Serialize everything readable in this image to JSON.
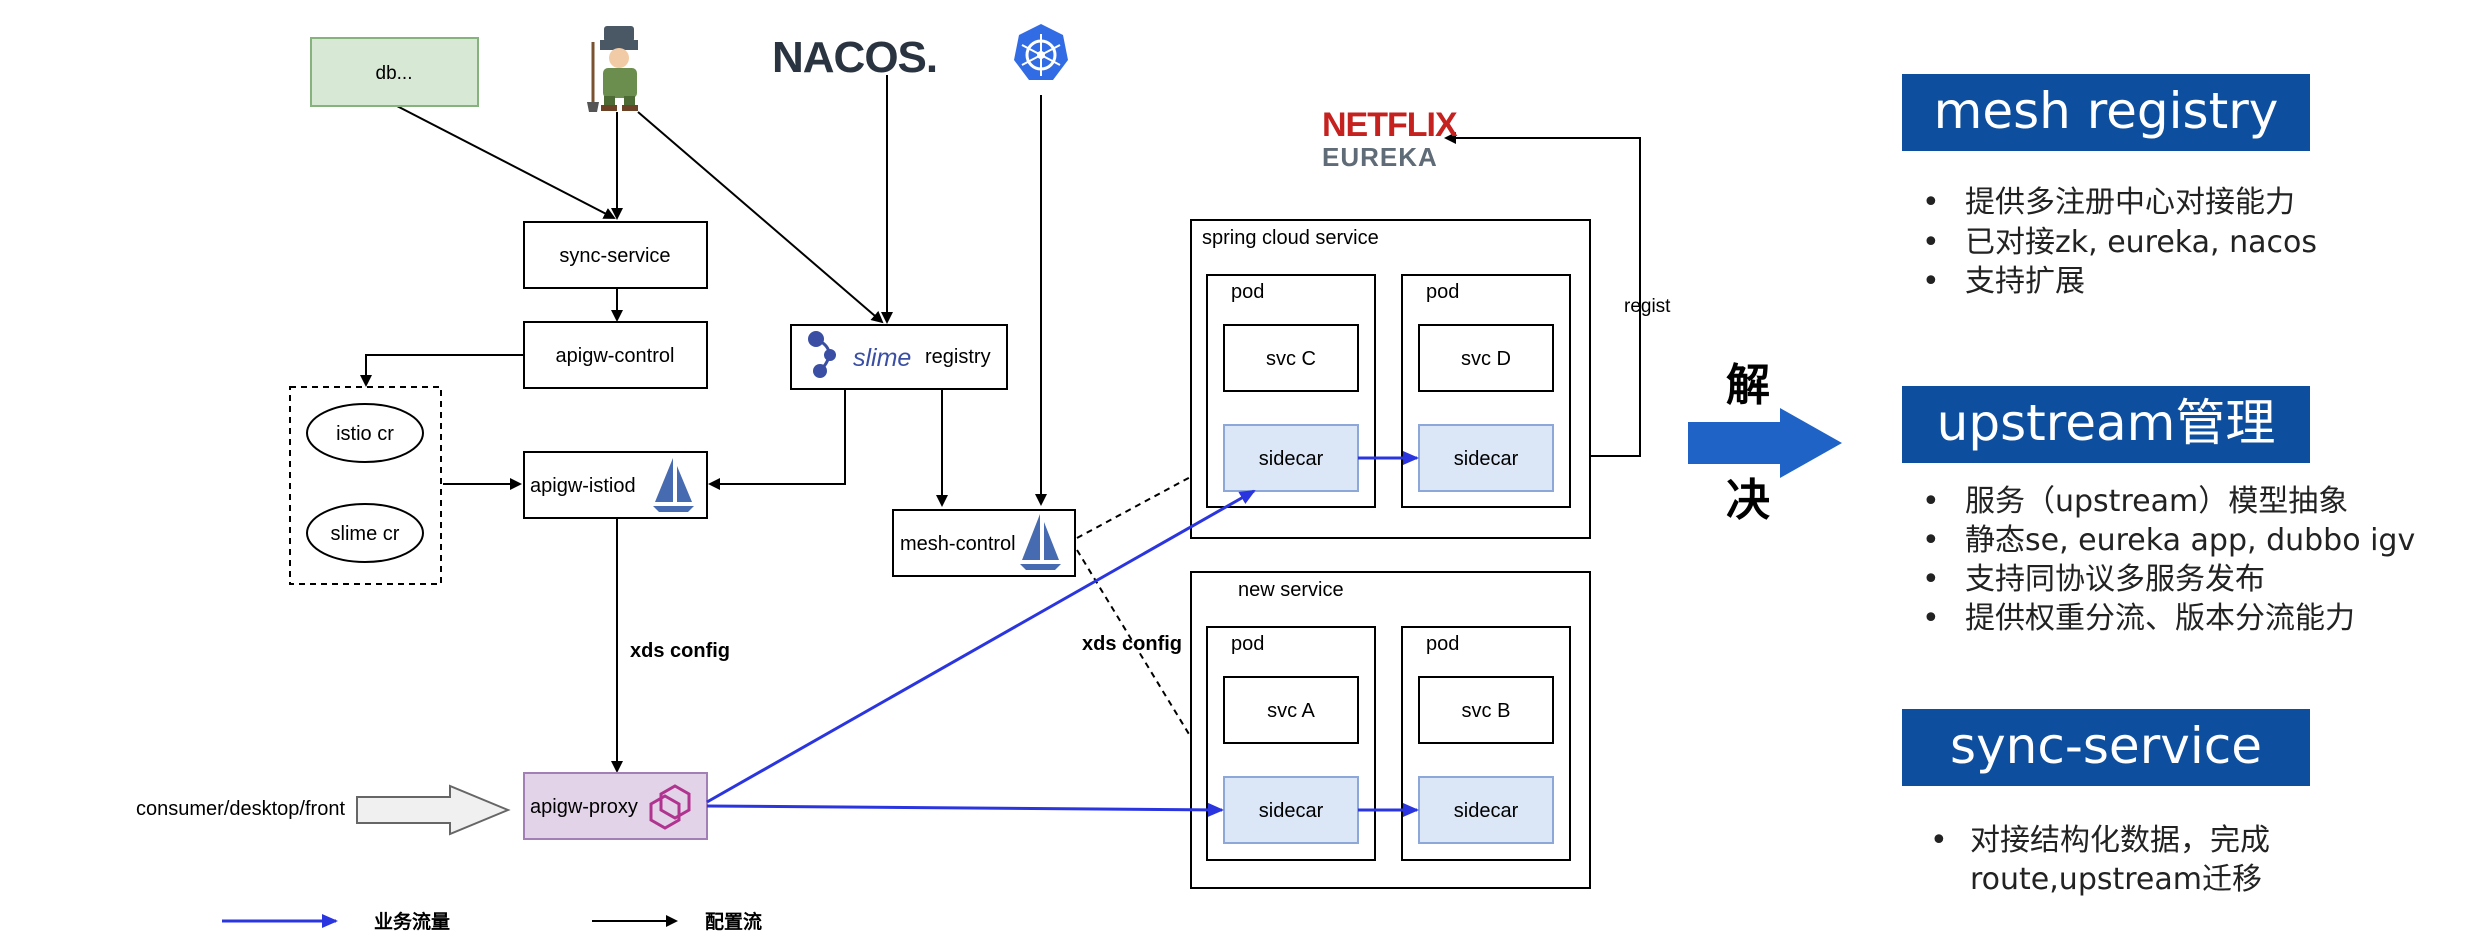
{
  "colors": {
    "blue_header": "#0d4f9e",
    "flow_blue": "#2a35e0",
    "sidecar_fill": "#dbe6f7",
    "sidecar_stroke": "#8da8d8",
    "db_fill": "#d7e8d4",
    "proxy_fill": "#e2d3e9"
  },
  "sources": {
    "db": "db...",
    "nacos_logo": "NACOS.",
    "eureka_logo_top": "NETFLIX",
    "eureka_logo_bottom": "EUREKA",
    "zookeeper_icon": "zookeeper-keeper-icon",
    "kubernetes_icon": "kubernetes-wheel-icon"
  },
  "boxes": {
    "sync_service": "sync-service",
    "apigw_control": "apigw-control",
    "istio_cr": "istio cr",
    "slime_cr": "slime cr",
    "apigw_istiod": "apigw-istiod",
    "slime_logo": "slime",
    "slime_registry": "registry",
    "mesh_control": "mesh-control",
    "apigw_proxy": "apigw-proxy",
    "consumer": "consumer/desktop/front"
  },
  "labels": {
    "xds_config_left": "xds config",
    "xds_config_right": "xds config",
    "regist": "regist"
  },
  "clusters": {
    "spring": {
      "title": "spring cloud service",
      "pods": [
        {
          "label": "pod",
          "svc": "svc C",
          "sidecar": "sidecar"
        },
        {
          "label": "pod",
          "svc": "svc D",
          "sidecar": "sidecar"
        }
      ]
    },
    "new": {
      "title": "new service",
      "pods": [
        {
          "label": "pod",
          "svc": "svc A",
          "sidecar": "sidecar"
        },
        {
          "label": "pod",
          "svc": "svc B",
          "sidecar": "sidecar"
        }
      ]
    }
  },
  "legend": {
    "business": "业务流量",
    "config": "配置流"
  },
  "solve": {
    "top": "解",
    "bottom": "决"
  },
  "sections": [
    {
      "title": "mesh registry",
      "bullets": [
        "提供多注册中心对接能力",
        "已对接zk, eureka, nacos",
        "支持扩展"
      ]
    },
    {
      "title": "upstream管理",
      "bullets": [
        "服务（upstream）模型抽象",
        "静态se, eureka app, dubbo igv",
        "支持同协议多服务发布",
        "提供权重分流、版本分流能力"
      ]
    },
    {
      "title": "sync-service",
      "bullets": [
        "对接结构化数据，完成",
        "route,upstream迁移"
      ]
    }
  ]
}
